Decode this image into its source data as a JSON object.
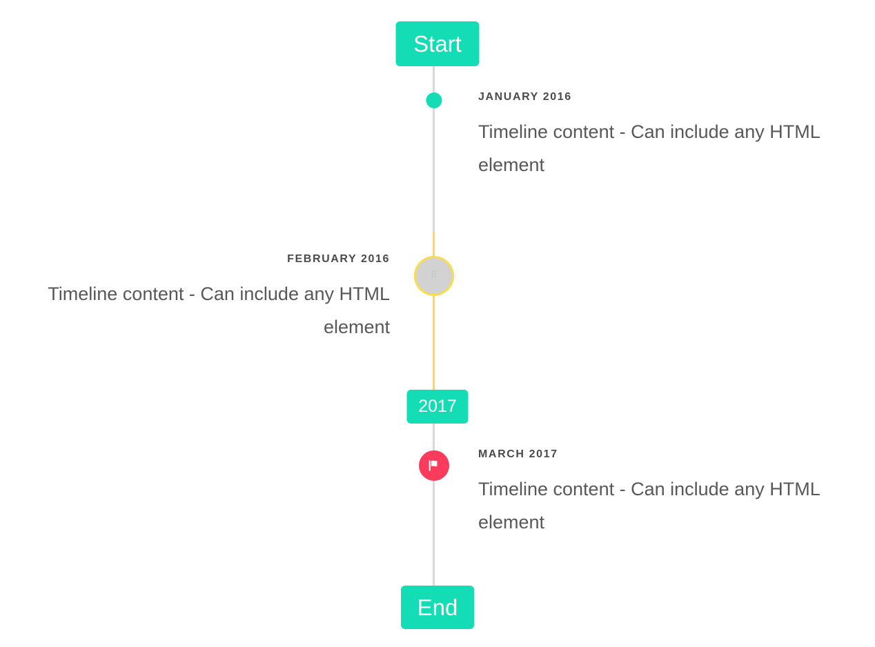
{
  "background_color": "#ffffff",
  "colors": {
    "accent_teal": "#14dcb4",
    "highlight_yellow": "#fcdb4e",
    "marker_pink": "#fb3b5c",
    "line_gray": "#d9d9d9",
    "marker_gray": "#d2d2d2",
    "date_text": "#4a4a4a",
    "body_text": "#585858"
  },
  "caps": {
    "start_label": "Start",
    "middle_label": "2017",
    "end_label": "End"
  },
  "events": [
    {
      "date": "JANUARY 2016",
      "description": "Timeline content - Can include any HTML element",
      "side": "right",
      "marker": "dot-icon"
    },
    {
      "date": "FEBRUARY 2016",
      "description": "Timeline content - Can include any HTML element",
      "side": "left",
      "marker": "image-placeholder-icon"
    },
    {
      "date": "MARCH 2017",
      "description": "Timeline content - Can include any HTML element",
      "side": "right",
      "marker": "flag-icon"
    }
  ]
}
